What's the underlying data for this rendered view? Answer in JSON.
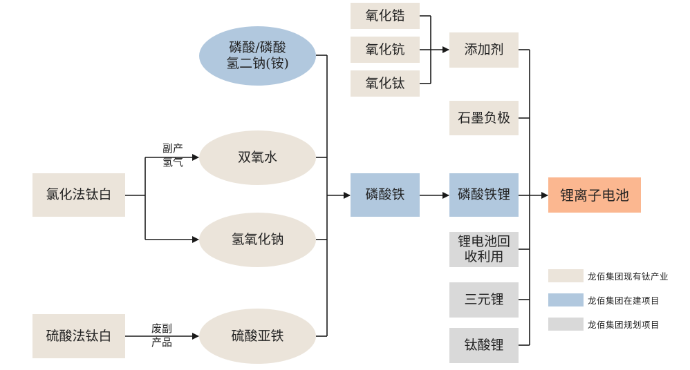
{
  "diagram": {
    "title": "",
    "nodes": {
      "chloride_tio2": "氯化法钛白",
      "sulfate_tio2": "硫酸法钛白",
      "phosphoric_acid": [
        "磷酸/磷酸",
        "氢二钠(铵)"
      ],
      "hydrogen_peroxide": "双氧水",
      "sodium_hydroxide": "氢氧化钠",
      "ferrous_sulfate": "硫酸亚铁",
      "iron_phosphate": "磷酸铁",
      "lithium_iron_phosphate": "磷酸铁锂",
      "zirconium_oxide": "氧化锆",
      "scandium_oxide": "氧化钪",
      "titanium_oxide": "氧化钛",
      "additive": "添加剂",
      "graphite_anode": "石墨负极",
      "battery_recycling": [
        "锂电池回",
        "收利用"
      ],
      "ternary_lithium": "三元锂",
      "lithium_titanate": "钛酸锂",
      "lithium_ion_battery": "锂离子电池"
    },
    "edge_labels": {
      "byproduct_hydrogen": [
        "副产",
        "氢气"
      ],
      "waste_byproduct": [
        "废副",
        "产品"
      ]
    },
    "edges": [
      {
        "from": "chloride_tio2",
        "to": "hydrogen_peroxide",
        "label": "byproduct_hydrogen"
      },
      {
        "from": "chloride_tio2",
        "to": "sodium_hydroxide"
      },
      {
        "from": "sulfate_tio2",
        "to": "ferrous_sulfate",
        "label": "waste_byproduct"
      },
      {
        "from": [
          "phosphoric_acid",
          "hydrogen_peroxide",
          "sodium_hydroxide",
          "ferrous_sulfate"
        ],
        "to": "iron_phosphate"
      },
      {
        "from": "iron_phosphate",
        "to": "lithium_iron_phosphate"
      },
      {
        "from": [
          "zirconium_oxide",
          "scandium_oxide",
          "titanium_oxide"
        ],
        "to": "additive"
      },
      {
        "from": [
          "additive",
          "graphite_anode",
          "lithium_iron_phosphate",
          "battery_recycling",
          "ternary_lithium",
          "lithium_titanate"
        ],
        "to": "lithium_ion_battery"
      }
    ],
    "legend": [
      {
        "label": "龙佰集团现有钛产业",
        "color": "#ebe4da"
      },
      {
        "label": "龙佰集团在建项目",
        "color": "#b1c8de"
      },
      {
        "label": "龙佰集团规划项目",
        "color": "#d9d9d9"
      }
    ],
    "colors": {
      "existing": "#ebe4da",
      "building": "#b1c8de",
      "planned": "#d9d9d9",
      "target": "#fbb790",
      "line": "#1a1a1a"
    }
  }
}
